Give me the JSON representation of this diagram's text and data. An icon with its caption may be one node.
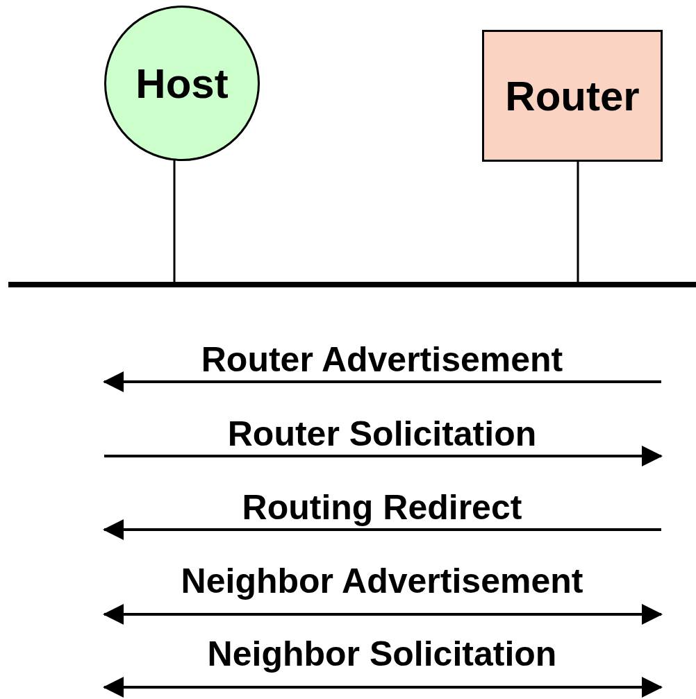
{
  "diagram": {
    "nodes": [
      {
        "text": [
          "Host"
        ]
      },
      {
        "text": [
          "Router"
        ]
      },
      {
        "text": [],
        "shape": "bar"
      }
    ],
    "edges": [
      {
        "from": 0,
        "to": 2,
        "arrow": "none"
      },
      {
        "from": 1,
        "to": 2,
        "arrow": "none"
      }
    ],
    "labels": [
      "Router Advertisement",
      "Router Solicitation",
      "Routing Redirect",
      "Neighbor Advertisement",
      "Neighbor Solicitation"
    ]
  }
}
